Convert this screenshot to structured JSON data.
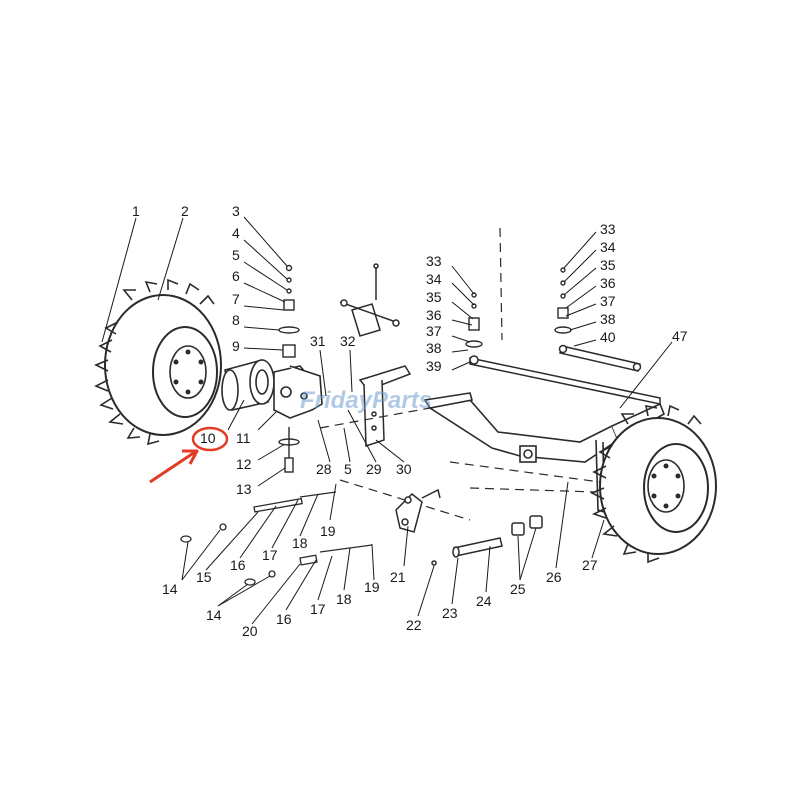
{
  "diagram": {
    "type": "exploded-parts-diagram",
    "watermark": "FridayParts",
    "highlighted_part": "10",
    "callout_labels": [
      "1",
      "2",
      "3",
      "4",
      "5",
      "6",
      "7",
      "8",
      "9",
      "10",
      "11",
      "12",
      "13",
      "14",
      "14",
      "15",
      "16",
      "16",
      "17",
      "17",
      "18",
      "18",
      "19",
      "19",
      "20",
      "21",
      "22",
      "23",
      "24",
      "25",
      "26",
      "27",
      "28",
      "5",
      "29",
      "30",
      "31",
      "32",
      "33",
      "34",
      "35",
      "36",
      "37",
      "38",
      "39",
      "33",
      "34",
      "35",
      "36",
      "37",
      "38",
      "40",
      "47"
    ]
  },
  "colors": {
    "line": "#2b2b2b",
    "leader": "#1a1a1a",
    "highlight": "#e23b26",
    "watermark": "#6f9fd0"
  }
}
